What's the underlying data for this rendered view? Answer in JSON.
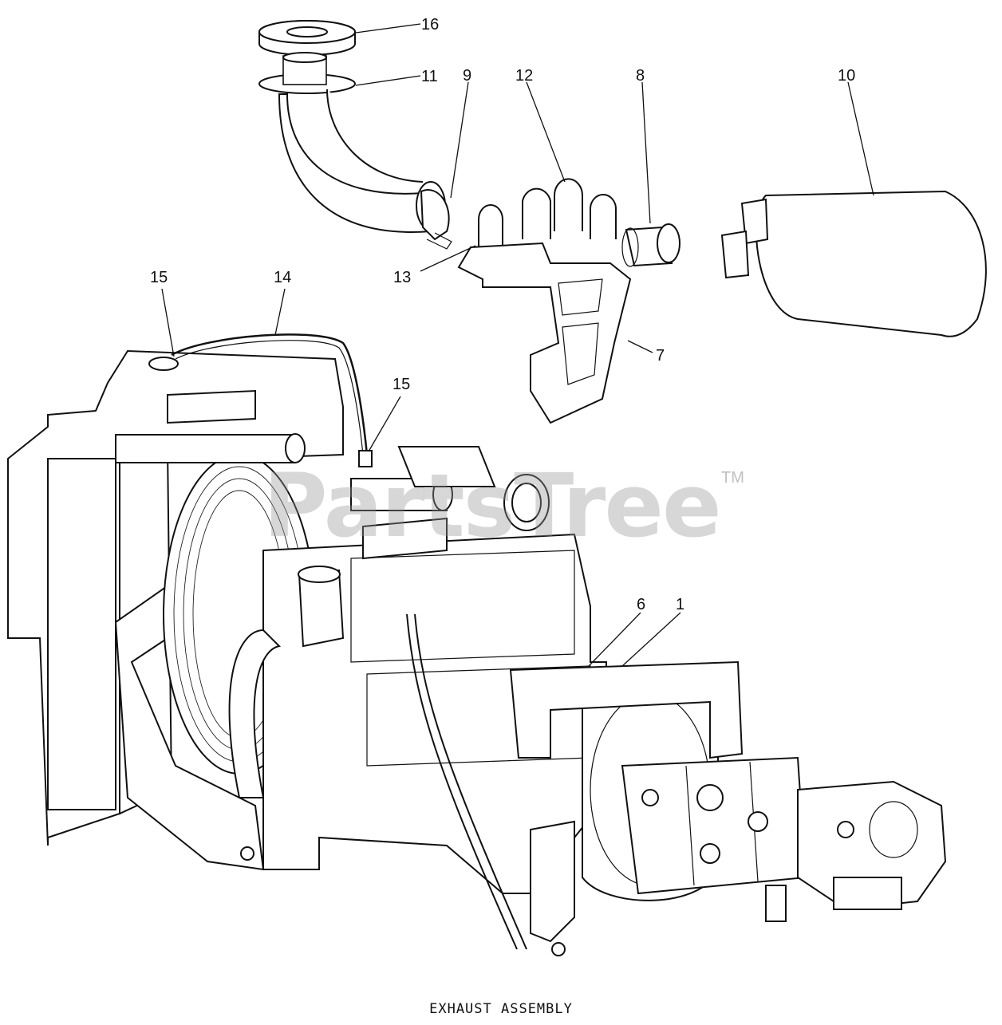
{
  "diagram": {
    "caption": "EXHAUST ASSEMBLY",
    "watermark": "PartsTree",
    "watermark_mark": "TM",
    "callouts": [
      {
        "id": "c16",
        "label": "16"
      },
      {
        "id": "c11",
        "label": "11"
      },
      {
        "id": "c9",
        "label": "9"
      },
      {
        "id": "c12",
        "label": "12"
      },
      {
        "id": "c8",
        "label": "8"
      },
      {
        "id": "c10",
        "label": "10"
      },
      {
        "id": "c13",
        "label": "13"
      },
      {
        "id": "c7",
        "label": "7"
      },
      {
        "id": "c15a",
        "label": "15"
      },
      {
        "id": "c14",
        "label": "14"
      },
      {
        "id": "c15b",
        "label": "15"
      },
      {
        "id": "c6",
        "label": "6"
      },
      {
        "id": "c1",
        "label": "1"
      }
    ]
  }
}
